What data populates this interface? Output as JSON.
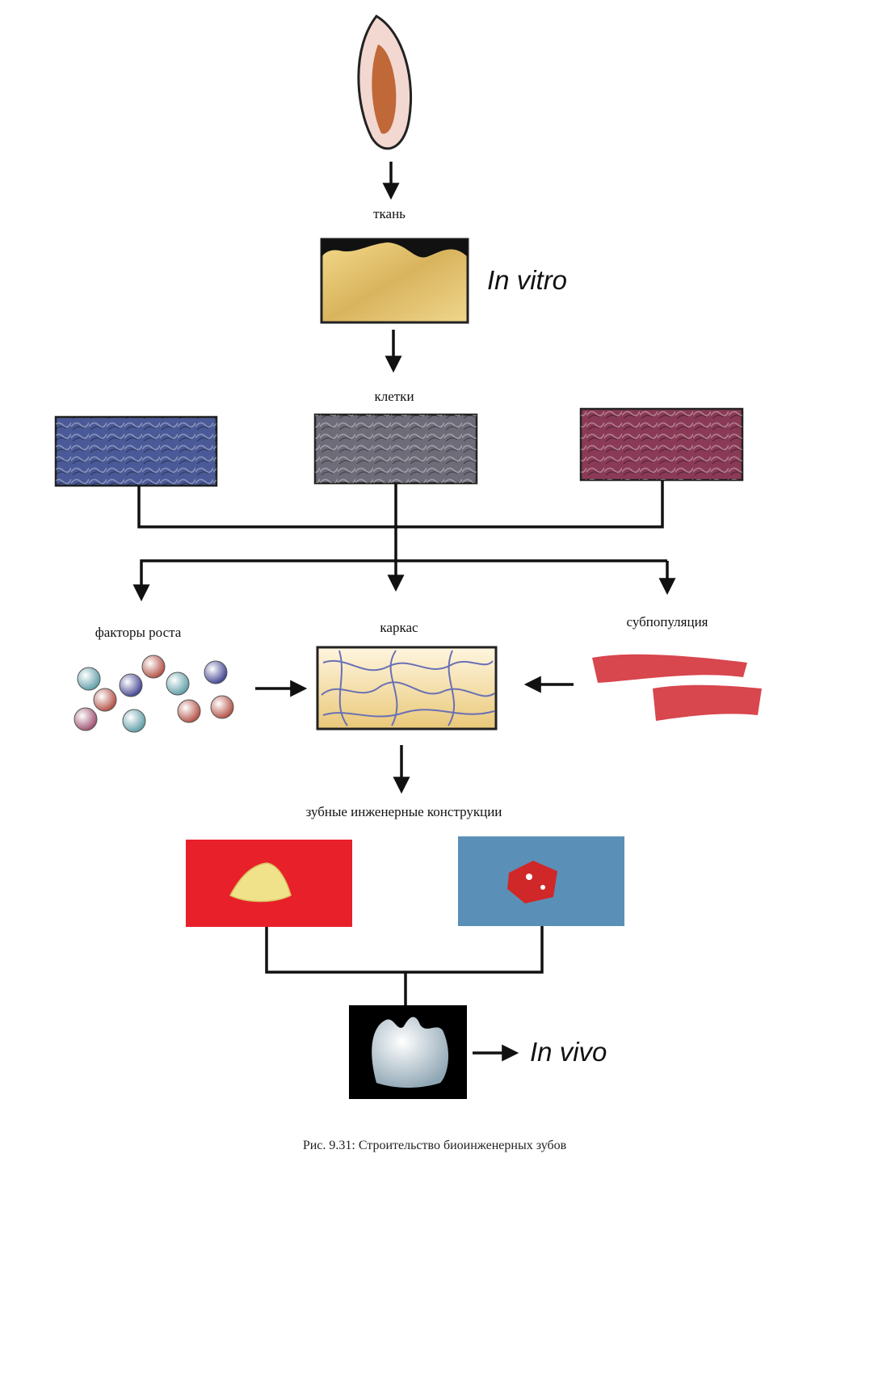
{
  "labels": {
    "tissue": "ткань",
    "cells": "клетки",
    "growth_factors": "факторы роста",
    "scaffold": "каркас",
    "subpopulation": "субпопуляция",
    "constructs": "зубные инженерные конструкции"
  },
  "stages": {
    "in_vitro": "In vitro",
    "in_vivo": "In vivo"
  },
  "caption": "Рис. 9.31: Строительство биоинженерных зубов",
  "colors": {
    "cells_blue": "#4a5a98",
    "cells_gray": "#6e6c78",
    "cells_maroon": "#8a3a56",
    "construct_red": "#e8202a",
    "construct_blue": "#5a90b8",
    "subpopulation_red": "#d8464e"
  }
}
